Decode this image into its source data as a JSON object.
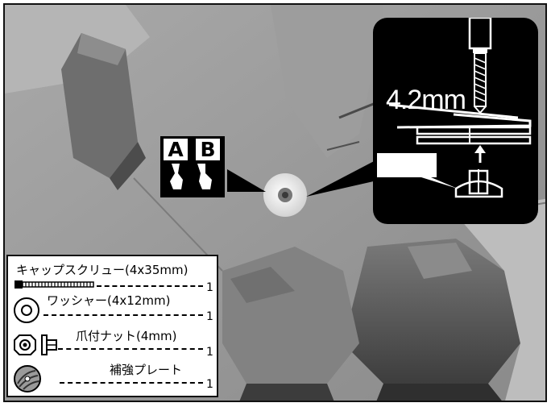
{
  "inset": {
    "drill_diameter": "4.2mm"
  },
  "badge": {
    "letters": [
      "A",
      "B"
    ]
  },
  "parts": [
    {
      "name": "キャップスクリュー(4x35mm)",
      "qty": "1",
      "icon": "cap-screw-icon"
    },
    {
      "name": "ワッシャー(4x12mm)",
      "qty": "1",
      "icon": "washer-icon"
    },
    {
      "name": "爪付ナット(4mm)",
      "qty": "1",
      "icon": "tee-nut-icon"
    },
    {
      "name": "補強プレート",
      "qty": "1",
      "icon": "reinforcement-plate-icon"
    }
  ],
  "colors": {
    "photo_surface": "#8f8f8f",
    "inset_background": "#000000",
    "legend_background": "#ffffff"
  }
}
